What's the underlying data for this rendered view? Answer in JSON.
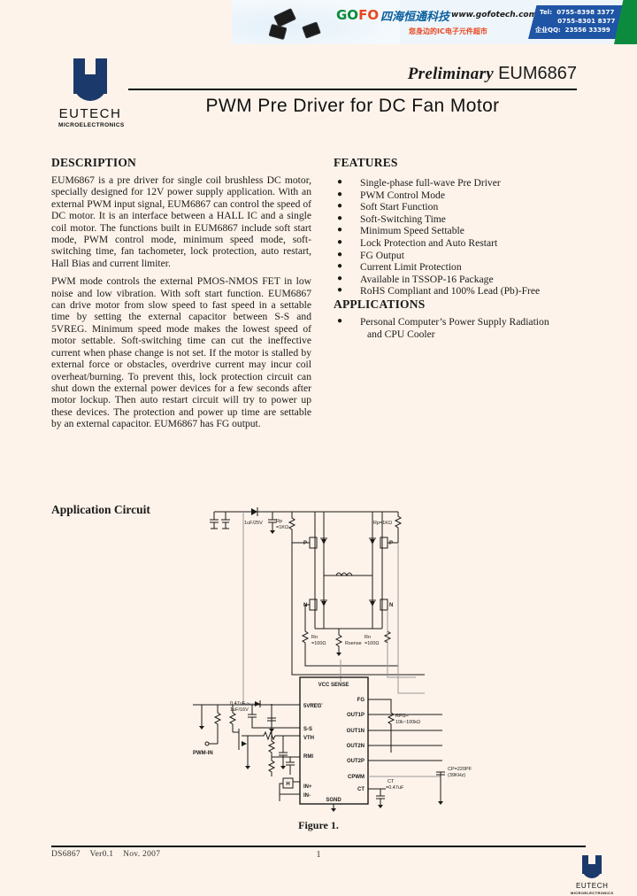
{
  "banner": {
    "brand_go": "GO",
    "brand_fo": "FO",
    "company_cn": "四海恒通科技",
    "url": "www.gofotech.com",
    "slogan_cn": "您身边的IC电子元件超市",
    "tel": "Tel:  0755-8398 3377\n        0755-8301 8377",
    "qq": "企业QQ:  23556 33399"
  },
  "header": {
    "logo_name": "EUTECH",
    "logo_sub": "MICROELECTRONICS",
    "preliminary": "Preliminary",
    "part_number": "EUM6867",
    "title": "PWM Pre Driver for DC Fan Motor"
  },
  "description": {
    "heading": "DESCRIPTION",
    "paragraphs": [
      "EUM6867 is a pre driver for single coil brushless DC motor, specially designed for 12V power supply application. With an external PWM input signal, EUM6867 can control the speed of DC motor. It is an interface between a HALL IC and a single coil motor. The functions built in EUM6867 include soft start mode, PWM control mode, minimum speed mode, soft-switching time, fan tachometer, lock protection, auto restart, Hall Bias and current limiter.",
      "PWM mode controls the external PMOS-NMOS FET in low noise and low vibration. With soft start function. EUM6867 can drive motor from slow speed to fast speed in a settable time by setting the external capacitor between S-S and 5VREG. Minimum speed mode makes the lowest speed of motor settable. Soft-switching time can cut the ineffective current when phase change is not set. If the motor is stalled by external force or obstacles, overdrive current may incur coil overheat/burning. To prevent this, lock protection circuit can shut down the external power devices for a few seconds after motor lockup. Then auto restart circuit will try to power up these devices. The protection and power up time are settable by an external capacitor. EUM6867 has FG output."
    ]
  },
  "features": {
    "heading": "FEATURES",
    "items": [
      "Single-phase full-wave Pre Driver",
      "PWM Control Mode",
      "Soft Start Function",
      "Soft-Switching Time",
      "Minimum Speed Settable",
      "Lock Protection and Auto Restart",
      "FG Output",
      "Current Limit Protection",
      "Available in TSSOP-16 Package",
      "RoHS Compliant and 100% Lead (Pb)-Free"
    ]
  },
  "applications": {
    "heading": "APPLICATIONS",
    "items": [
      {
        "line1": "Personal Computer’s Power Supply Radiation",
        "line2": "and CPU Cooler"
      }
    ]
  },
  "application_circuit": {
    "heading": "Application Circuit",
    "figure_caption": "Figure 1.",
    "ic_pins_left": [
      "5VREG",
      "S-S",
      "VTH",
      "RMI",
      "IN+",
      "IN-"
    ],
    "ic_pins_right": [
      "FG",
      "OUT1P",
      "OUT1N",
      "OUT2N",
      "OUT2P",
      "CPWM",
      "CT"
    ],
    "ic_pin_top": "VCC SENSE",
    "ic_pin_bottom": "SGND",
    "labels": [
      "1uF/25V",
      "Rp\n=1KΩ",
      "Rp=1KΩ",
      "Rn\n=100Ω",
      "Rn\n=100Ω",
      "Rsense",
      "RFG=\n10k~100kΩ",
      "0.47uF ~\n1uF/16V",
      "PWM-IN",
      "CT\n=0.47uF",
      "CP=220PF\n(39KHz)",
      "H"
    ]
  },
  "footer": {
    "doc_id": "DS6867",
    "version": "Ver0.1",
    "date": "Nov. 2007",
    "page": "1",
    "logo_name": "EUTECH",
    "logo_sub": "MICROELECTRONICS"
  },
  "colors": {
    "page_bg": "#fdf3ea",
    "logo_blue": "#1b3a6b",
    "banner_blue": "#1f55a5",
    "banner_green": "#0c8b3f",
    "brand_orange": "#e8461e"
  }
}
